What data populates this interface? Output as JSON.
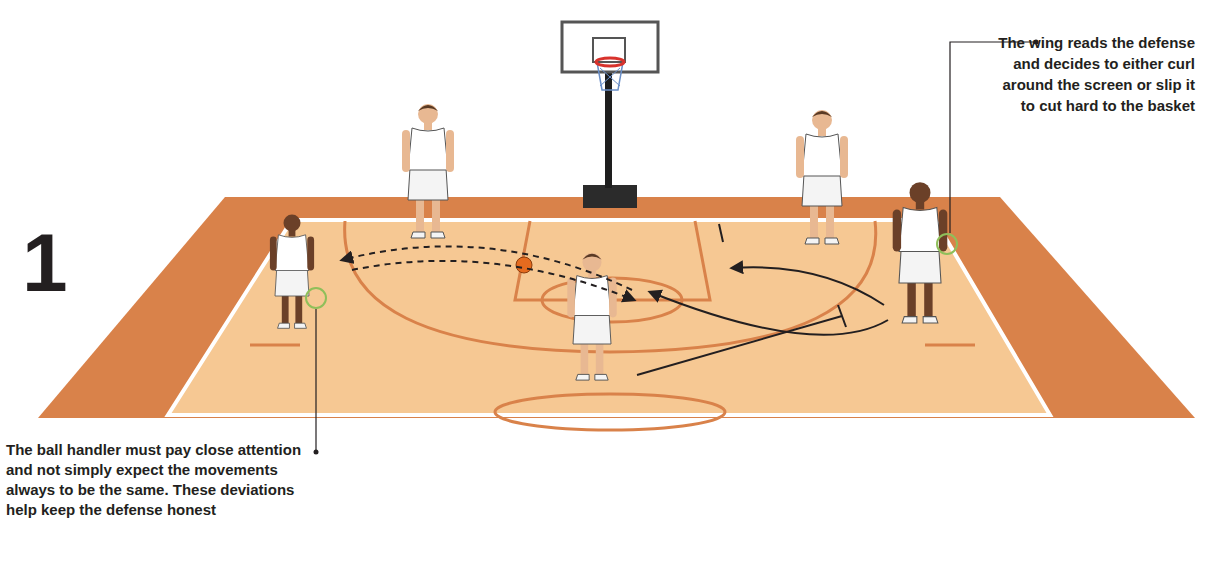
{
  "diagram": {
    "labels": [
      "1",
      "The wing reads the defense and decides to either curl around the screen or slip it to cut hard to the basket",
      "The ball handler must pay close attention and not simply expect the movements always to be the same. These deviations help keep the defense honest"
    ]
  }
}
